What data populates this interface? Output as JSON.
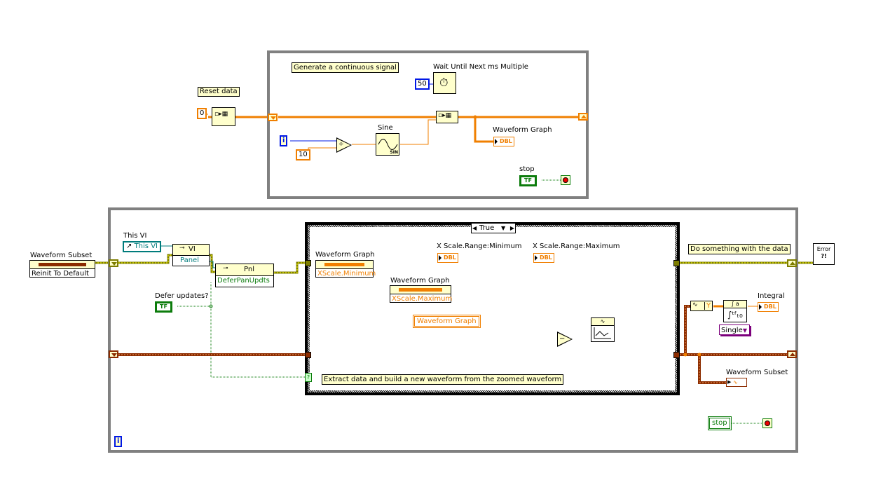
{
  "top_loop": {
    "comment": "Generate a continuous signal",
    "reset_label": "Reset data",
    "reset_const": "0",
    "wait_label": "Wait Until Next ms Multiple",
    "wait_const": "50",
    "divisor_const": "10",
    "iteration_label": "i",
    "sine_label": "Sine",
    "sine_glyph": "SIN",
    "divide_glyph": "÷",
    "graph_label": "Waveform Graph",
    "graph_terminal": "DBL",
    "stop_label": "stop",
    "stop_terminal": "TF"
  },
  "bottom_loop": {
    "waveform_subset_label": "Waveform Subset",
    "reinit_method": "Reinit To Default",
    "this_vi_label": "This VI",
    "this_vi_const": "This VI",
    "vi_node_title": "VI",
    "vi_node_property": "Panel",
    "pnl_node_title": "Pnl",
    "pnl_node_property": "DeferPanUpdts",
    "defer_label": "Defer updates?",
    "defer_terminal": "TF",
    "iteration_label": "i",
    "stop_label": "stop",
    "comment_do_something": "Do something with the data",
    "error_handler_glyph": "Error",
    "integral_label": "Integral",
    "integral_terminal": "DBL",
    "integral_func_top": "∫ a",
    "integral_func_bottom": "∫ tf t0",
    "get_y_label": "Y",
    "precision_select": "Single",
    "wf_subset_out_label": "Waveform Subset"
  },
  "case_structure": {
    "selector_value": "True",
    "comment": "Extract data and build a new waveform from the zoomed waveform",
    "graph_node1_label": "Waveform Graph",
    "graph_node1_property": "XScale.Minimum",
    "graph_node2_label": "Waveform Graph",
    "graph_node2_property": "XScale.Maximum",
    "range_min_label": "X Scale.Range:Minimum",
    "range_max_label": "X Scale.Range:Maximum",
    "range_terminal": "DBL",
    "waveform_graph_local": "Waveform Graph",
    "subtract_glyph": "−",
    "selector_terminal": "?"
  },
  "colors": {
    "dbl_wire": "#f07f00",
    "error_wire": "#7d7d00",
    "waveform_wire": "#8c2c00",
    "bool_wire": "#0c7c0c",
    "int_wire": "#0018e6",
    "refnum_wire": "#007c7c",
    "loop_border": "#808080"
  }
}
